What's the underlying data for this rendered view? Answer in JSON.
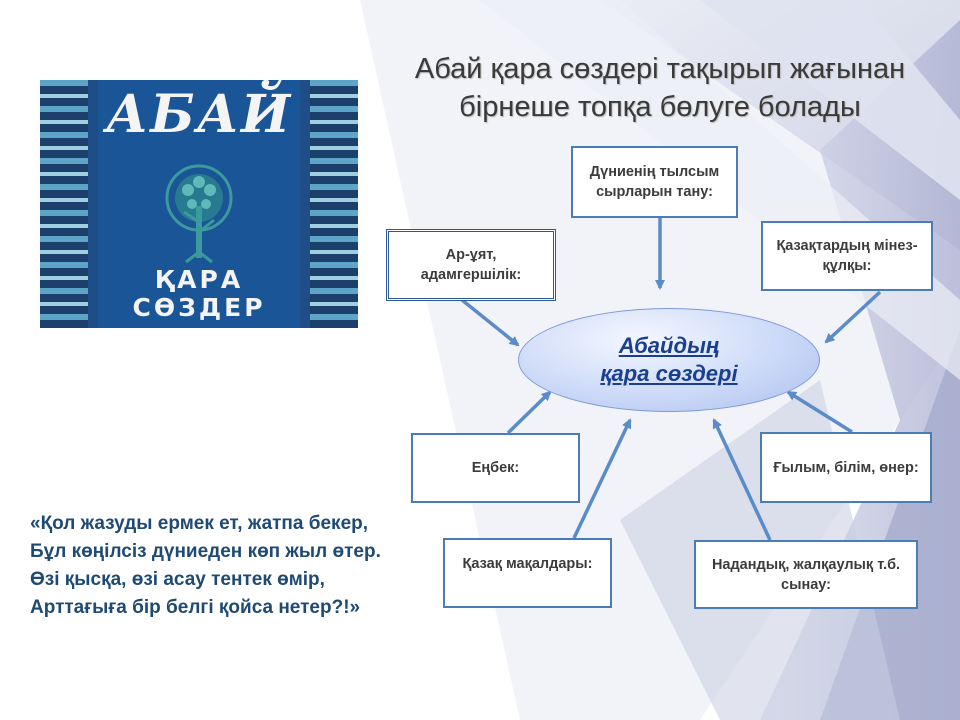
{
  "title": {
    "line1": "Абай қара сөздері тақырып жағынан",
    "line2": "бірнеше топқа бөлуге болады"
  },
  "book_cover": {
    "name": "АБАЙ",
    "subtitle_line1": "ҚАРА",
    "subtitle_line2": "СӨЗДЕР"
  },
  "center_node": {
    "line1": "Абайдың",
    "line2": "қара сөздері"
  },
  "nodes": {
    "dunie": "Дүниенің тылсым сырларын тану:",
    "ar_ujat": "Ар-ұят, адамгершілік:",
    "kazaktar": "Қазақтардың мінез-құлқы:",
    "enbek": "Еңбек:",
    "gylym": "Ғылым, білім, өнер:",
    "makaldar": "Қазақ мақалдары:",
    "nadandyk": "Надандық, жалқаулық т.б. сынау:"
  },
  "quote": [
    "«Қол жазуды ермек ет, жатпа бекер,",
    "Бұл көңілсіз дүниеден көп жыл өтер.",
    "Өзі қысқа, өзі асау тентек өмір,",
    "Арттағыға бір белгі қойса нетер?!»"
  ],
  "colors": {
    "arrow": "#5b8cc8",
    "box_border": "#4a7db8",
    "center_text": "#1a3f8f",
    "quote_text": "#1f4a73"
  }
}
